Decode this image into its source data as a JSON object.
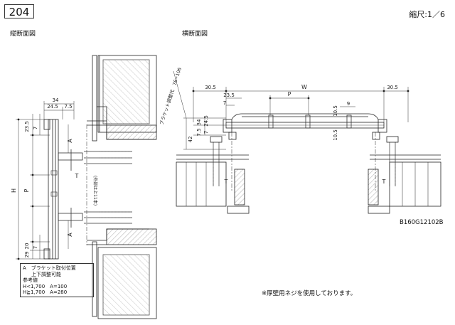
{
  "page_number": "204",
  "scale": "縮尺:1／6",
  "section_titles": {
    "vertical": "縦断面図",
    "horizontal": "横断面図"
  },
  "notes": {
    "bracket_line1": "A　ブラケット取付位置",
    "bracket_line2": "上下調整可能",
    "reference_label": "参考値",
    "reference_row1": "H<1,700　A=100",
    "reference_row2": "H≧1,700　A=280"
  },
  "footnote": "※厚壁用ネジを使用しております。",
  "drawing_code": "B160G12102B",
  "dims_vertical": {
    "top_total": "34",
    "top_a": "24.5",
    "top_b": "7.5",
    "left_top": "23.5",
    "left_7_top": "7",
    "height": "H",
    "pitch": "P",
    "left_20": "20",
    "left_29": "29",
    "left_7_bottom": "7",
    "a_top": "A",
    "a_bottom": "A",
    "fastening_note": "(外部は上11本)"
  },
  "dims_horizontal": {
    "left_30_5": "30.5",
    "width": "W",
    "right_30_5": "30.5",
    "dim_23_5": "23.5",
    "dim_7": "7",
    "pitch": "P",
    "dim_10_5_a": "10.5",
    "dim_9": "9",
    "dim_10_5_b": "10.5",
    "bracket_note": "ブラケット調整代　76~106",
    "dim_34": "34",
    "dim_24_5": "24.5",
    "dim_42": "42",
    "dim_7_5": "7.5",
    "dim_7_b": "7",
    "t_left": "T",
    "t_right": "T",
    "t_vertical": "T"
  }
}
